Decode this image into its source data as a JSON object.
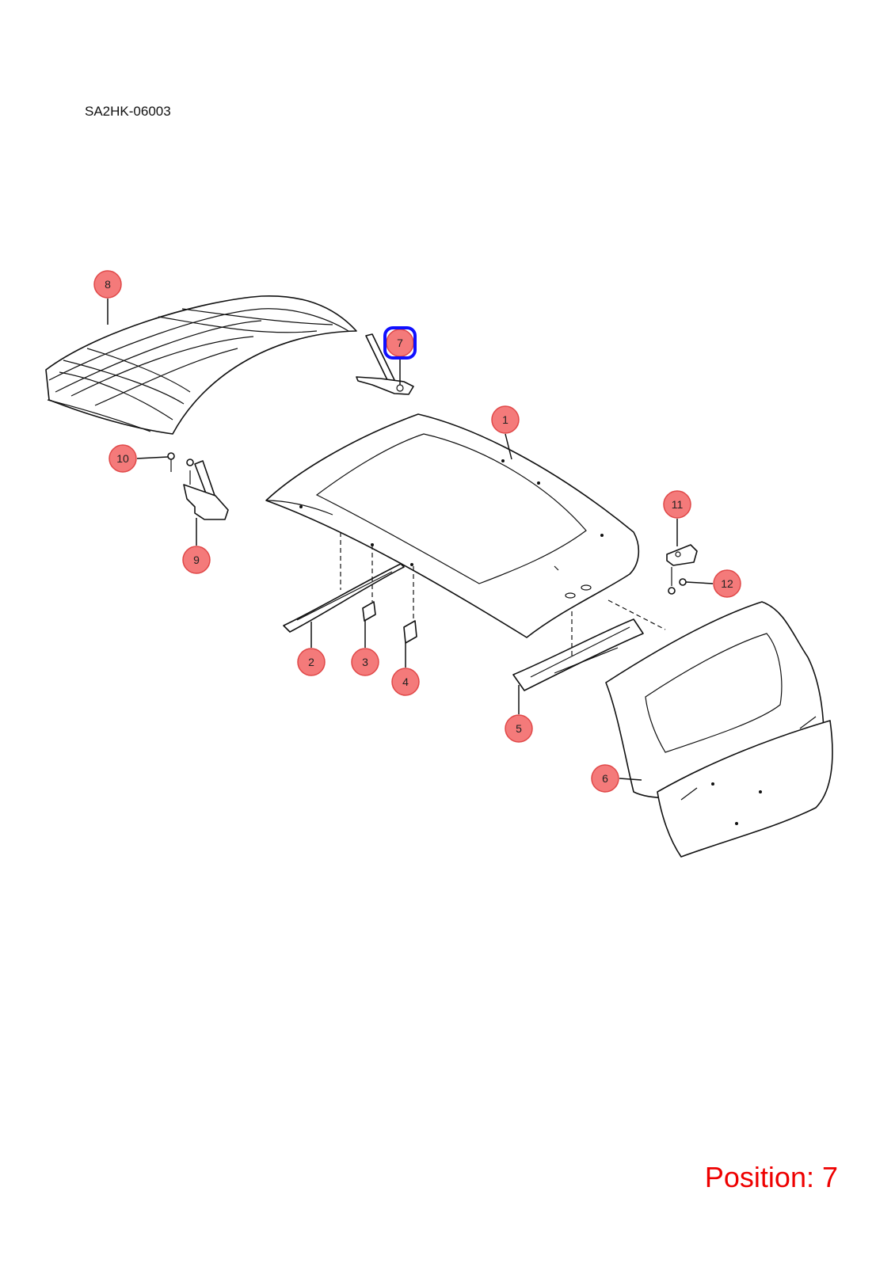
{
  "diagram": {
    "code": "SA2HK-06003",
    "position_label": "Position: 7",
    "selected_callout": "7",
    "colors": {
      "callout_fill": "#f47a7a",
      "callout_stroke": "#e04848",
      "highlight": "#1010ff",
      "position_text": "#ee0000"
    },
    "callouts": [
      "1",
      "2",
      "3",
      "4",
      "5",
      "6",
      "7",
      "8",
      "9",
      "10",
      "11",
      "12"
    ]
  }
}
